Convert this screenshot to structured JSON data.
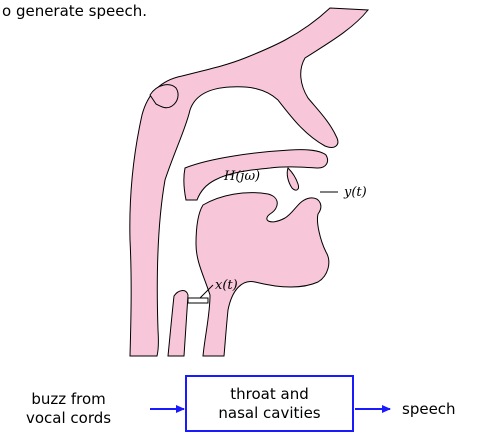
{
  "caption": "o generate speech.",
  "labels": {
    "transfer_fn": "H(jω)",
    "output": "y(t)",
    "input": "x(t)"
  },
  "block_diagram": {
    "input": [
      "buzz from",
      "vocal cords"
    ],
    "system": [
      "throat and",
      "nasal cavities"
    ],
    "output": "speech"
  },
  "colors": {
    "tissue_fill": "#f7c6d9",
    "outline": "#000000",
    "arrow": "#1a1aff"
  }
}
